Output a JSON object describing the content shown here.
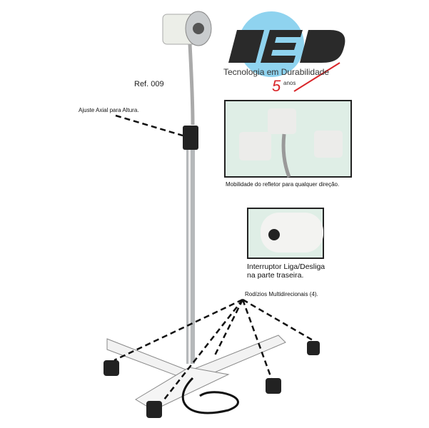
{
  "logo": {
    "brand": "LED",
    "tagline": "Tecnologia em Durabilidade",
    "years_number": "5",
    "years_word": "anos"
  },
  "reference": "Ref. 009",
  "annotations": {
    "height_adjust": "Ajuste Axial para Altura.",
    "mobility": "Mobilidade do refletor para qualquer direção.",
    "switch_line1": "Interruptor Liga/Desliga",
    "switch_line2": "na parte traseira.",
    "wheels": "Rodízios Multidirecionais (4)."
  },
  "colors": {
    "logo_circle": "#8fd3ef",
    "logo_dark": "#2a2a2a",
    "accent_red": "#d9262a",
    "inset_bg": "#dfeee6"
  }
}
